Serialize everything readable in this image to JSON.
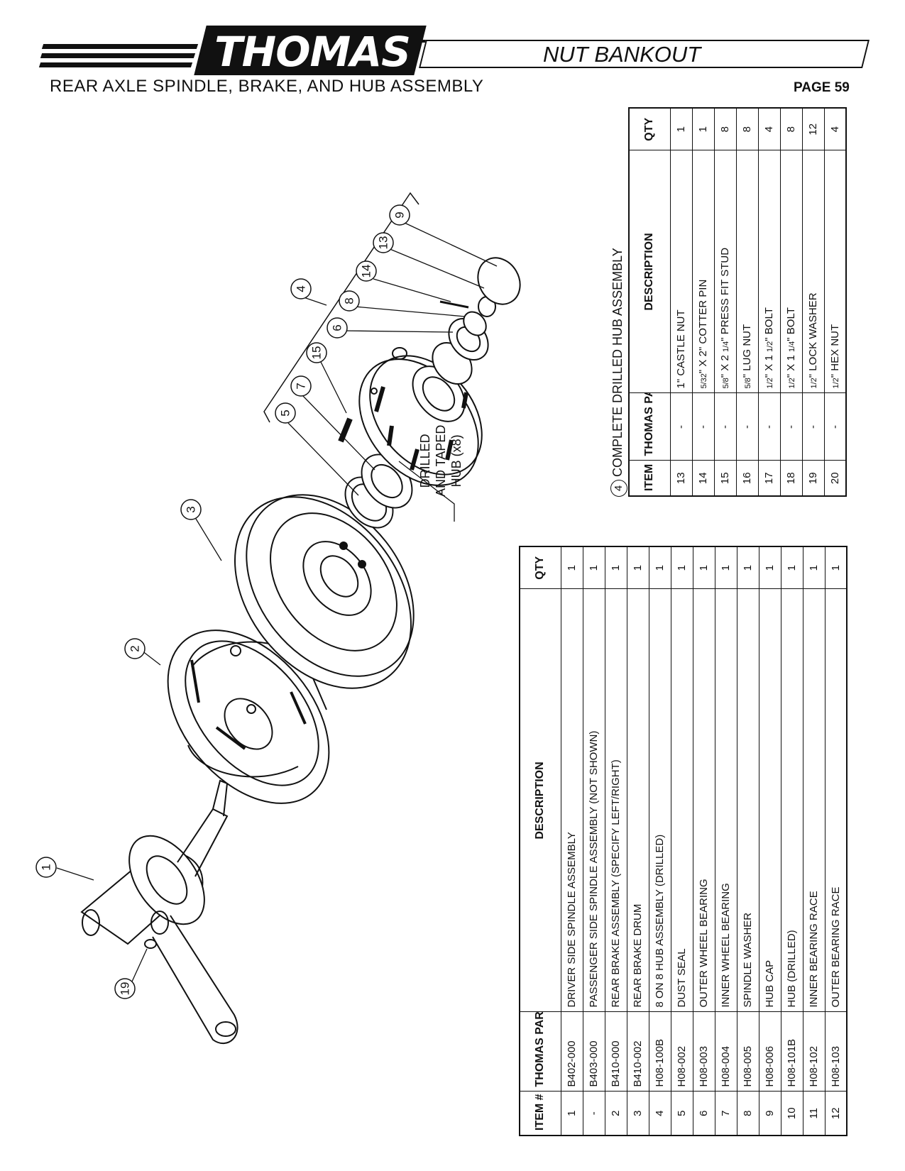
{
  "header": {
    "brand": "THOMAS",
    "section": "NUT BANKOUT",
    "title": "REAR AXLE SPINDLE, BRAKE, AND HUB ASSEMBLY",
    "page": "PAGE 59"
  },
  "parts_table": {
    "headers": {
      "item": "ITEM #",
      "part": "THOMAS PART #",
      "desc": "DESCRIPTION",
      "qty": "QTY"
    },
    "rows": [
      {
        "item": "1",
        "part": "B402-000",
        "desc": "DRIVER SIDE SPINDLE ASSEMBLY",
        "qty": "1"
      },
      {
        "item": "-",
        "part": "B403-000",
        "desc": "PASSENGER SIDE SPINDLE ASSEMBLY (NOT SHOWN)",
        "qty": "1"
      },
      {
        "item": "2",
        "part": "B410-000",
        "desc": "REAR BRAKE ASSEMBLY (SPECIFY LEFT/RIGHT)",
        "qty": "1"
      },
      {
        "item": "3",
        "part": "B410-002",
        "desc": "REAR BRAKE DRUM",
        "qty": "1"
      },
      {
        "item": "4",
        "part": "H08-100B",
        "desc": "8 ON 8 HUB ASSEMBLY (DRILLED)",
        "qty": "1"
      },
      {
        "item": "5",
        "part": "H08-002",
        "desc": "DUST SEAL",
        "qty": "1"
      },
      {
        "item": "6",
        "part": "H08-003",
        "desc": "OUTER WHEEL BEARING",
        "qty": "1"
      },
      {
        "item": "7",
        "part": "H08-004",
        "desc": "INNER WHEEL BEARING",
        "qty": "1"
      },
      {
        "item": "8",
        "part": "H08-005",
        "desc": "SPINDLE WASHER",
        "qty": "1"
      },
      {
        "item": "9",
        "part": "H08-006",
        "desc": "HUB CAP",
        "qty": "1"
      },
      {
        "item": "10",
        "part": "H08-101B",
        "desc": "HUB (DRILLED)",
        "qty": "1"
      },
      {
        "item": "11",
        "part": "H08-102",
        "desc": "INNER BEARING RACE",
        "qty": "1"
      },
      {
        "item": "12",
        "part": "H08-103",
        "desc": "OUTER BEARING RACE",
        "qty": "1"
      }
    ]
  },
  "hub_table": {
    "caption_num": "4",
    "caption": "COMPLETE DRILLED HUB ASSEMBLY",
    "headers": {
      "item": "ITEM #",
      "part": "THOMAS PART #",
      "desc": "DESCRIPTION",
      "qty": "QTY"
    },
    "rows": [
      {
        "item": "13",
        "part": "-",
        "qty": "1",
        "d": {
          "pre": "1\" CASTLE NUT"
        }
      },
      {
        "item": "14",
        "part": "-",
        "qty": "1",
        "d": {
          "n1": "5",
          "d1": "32",
          "pre": "",
          "mid": "\" X 2\" COTTER PIN"
        }
      },
      {
        "item": "15",
        "part": "-",
        "qty": "8",
        "d": {
          "n1": "5",
          "d1": "8",
          "mid": "\" X  2 ",
          "n2": "1",
          "d2": "4",
          "post": "\" PRESS FIT STUD"
        }
      },
      {
        "item": "16",
        "part": "-",
        "qty": "8",
        "d": {
          "n1": "5",
          "d1": "8",
          "mid": "\" LUG NUT"
        }
      },
      {
        "item": "17",
        "part": "-",
        "qty": "4",
        "d": {
          "n1": "1",
          "d1": "2",
          "mid": "\" X 1 ",
          "n2": "1",
          "d2": "2",
          "post": "\" BOLT"
        }
      },
      {
        "item": "18",
        "part": "-",
        "qty": "8",
        "d": {
          "n1": "1",
          "d1": "2",
          "mid": "\" X 1 ",
          "n2": "1",
          "d2": "4",
          "post": "\" BOLT"
        }
      },
      {
        "item": "19",
        "part": "-",
        "qty": "12",
        "d": {
          "n1": "1",
          "d1": "2",
          "mid": "\" LOCK WASHER"
        }
      },
      {
        "item": "20",
        "part": "-",
        "qty": "4",
        "d": {
          "n1": "1",
          "d1": "2",
          "mid": "\" HEX NUT"
        }
      }
    ]
  },
  "drawing": {
    "callouts": [
      "1",
      "2",
      "3",
      "4",
      "5",
      "7",
      "15",
      "6",
      "8",
      "14",
      "13",
      "9",
      "19"
    ],
    "note_lines": [
      "DRILLED",
      "AND TAPED",
      "HUB (x8)"
    ]
  }
}
